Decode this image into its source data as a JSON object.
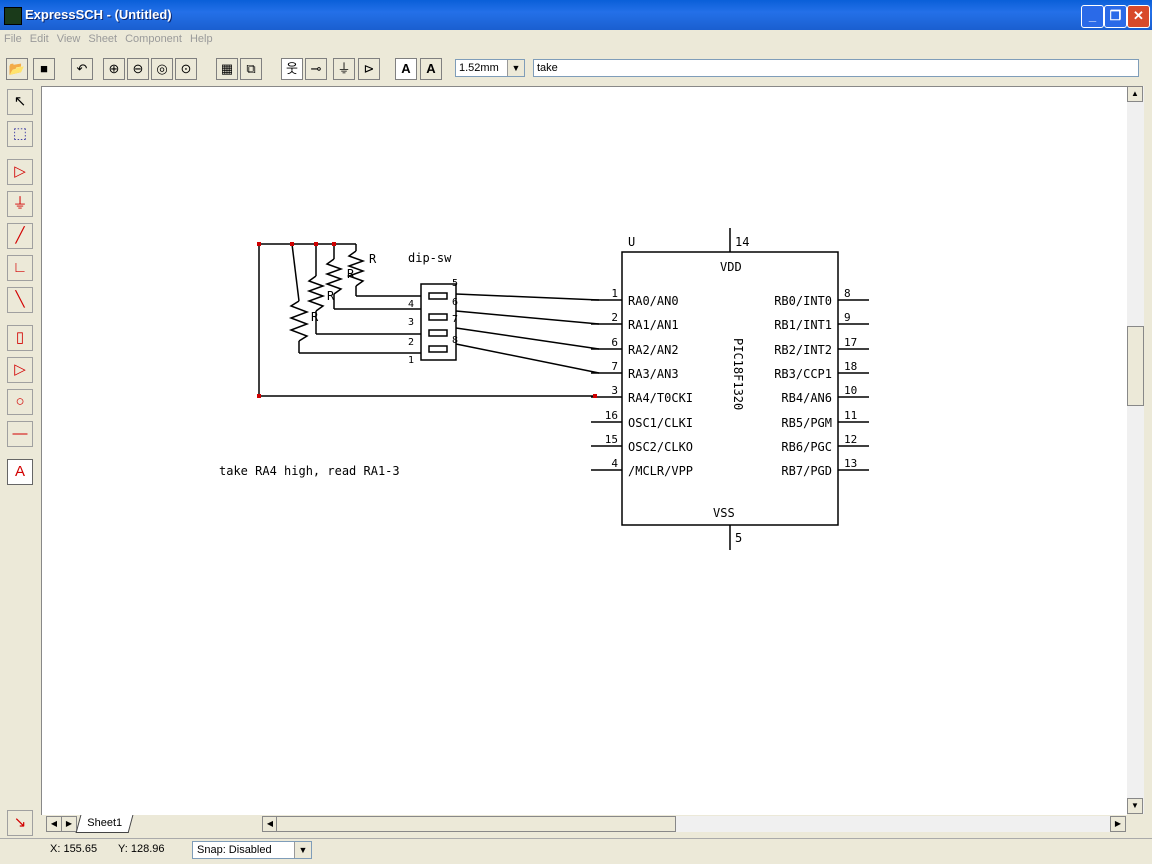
{
  "window": {
    "title": "ExpressSCH - (Untitled)"
  },
  "menu": [
    "File",
    "Edit",
    "View",
    "Sheet",
    "Component",
    "Help"
  ],
  "toolbar": {
    "line_width": "1.52mm",
    "text_value": "take"
  },
  "schematic": {
    "chip": {
      "ref": "U",
      "part": "PIC18F1320",
      "vdd_label": "VDD",
      "vss_label": "VSS",
      "vdd_pin": "14",
      "vss_pin": "5",
      "left_pins": [
        {
          "num": "1",
          "name": "RA0/AN0"
        },
        {
          "num": "2",
          "name": "RA1/AN1"
        },
        {
          "num": "6",
          "name": "RA2/AN2"
        },
        {
          "num": "7",
          "name": "RA3/AN3"
        },
        {
          "num": "3",
          "name": "RA4/T0CKI"
        },
        {
          "num": "16",
          "name": "OSC1/CLKI"
        },
        {
          "num": "15",
          "name": "OSC2/CLKO"
        },
        {
          "num": "4",
          "name": "/MCLR/VPP"
        }
      ],
      "right_pins": [
        {
          "num": "8",
          "name": "RB0/INT0"
        },
        {
          "num": "9",
          "name": "RB1/INT1"
        },
        {
          "num": "17",
          "name": "RB2/INT2"
        },
        {
          "num": "18",
          "name": "RB3/CCP1"
        },
        {
          "num": "10",
          "name": "RB4/AN6"
        },
        {
          "num": "11",
          "name": "RB5/PGM"
        },
        {
          "num": "12",
          "name": "RB6/PGC"
        },
        {
          "num": "13",
          "name": "RB7/PGD"
        }
      ]
    },
    "dip": {
      "label": "dip-sw",
      "left_pins": [
        "4",
        "3",
        "2",
        "1"
      ],
      "right_pins": [
        "5",
        "6",
        "7",
        "8"
      ]
    },
    "resistor_label": "R",
    "note": "take RA4 high, read RA1-3"
  },
  "tabs": {
    "sheet": "Sheet1"
  },
  "status": {
    "x": "X: 155.65",
    "y": "Y: 128.96",
    "snap": "Snap: Disabled"
  }
}
